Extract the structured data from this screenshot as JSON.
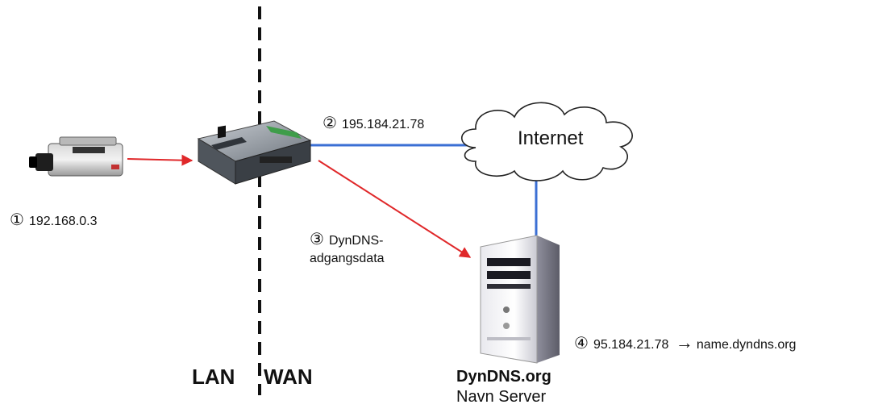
{
  "labels": {
    "camera_step": "①",
    "camera_ip": "192.168.0.3",
    "router_step": "②",
    "router_ip": "195.184.21.78",
    "dyndns_step": "③",
    "dyndns_line1": "DynDNS-",
    "dyndns_line2": "adgangsdata",
    "cloud": "Internet",
    "mapping_step": "④",
    "mapping_ip": "95.184.21.78",
    "mapping_arrow": "→",
    "mapping_host": "name.dyndns.org",
    "lan": "LAN",
    "wan": "WAN",
    "server_name": "DynDNS.org",
    "server_desc": "Navn Server"
  },
  "colors": {
    "red_arrow": "#e0282a",
    "blue_link": "#3b6fd4",
    "divider": "#111111"
  }
}
